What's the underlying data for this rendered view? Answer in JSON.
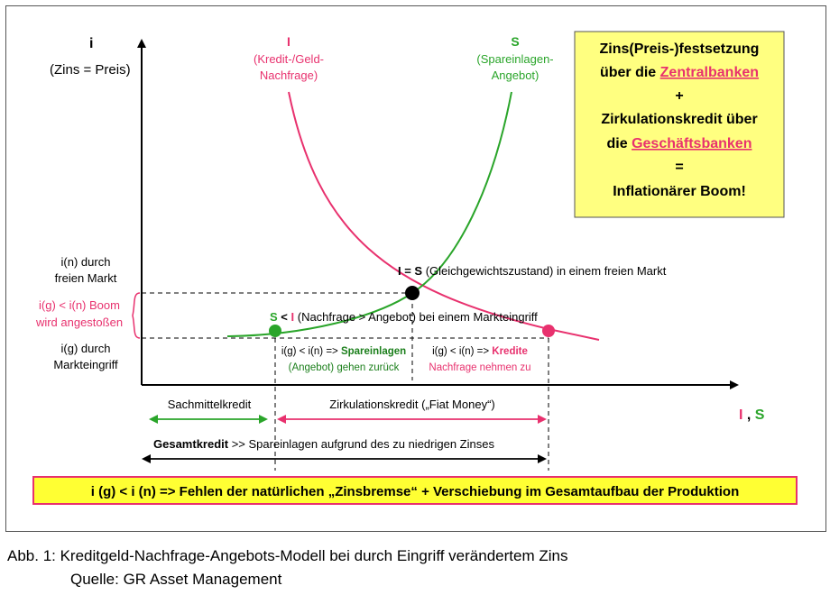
{
  "diagram": {
    "y_axis": {
      "symbol": "i",
      "label": "(Zins = Preis)"
    },
    "x_axis": {
      "label_i": "I",
      "label_sep": " , ",
      "label_s": "S"
    },
    "demand_curve": {
      "symbol": "I",
      "line1": "(Kredit-/Geld-",
      "line2": "Nachfrage)"
    },
    "supply_curve": {
      "symbol": "S",
      "line1": "(Spareinlagen-",
      "line2": "Angebot)"
    },
    "level_n": {
      "line1": "i(n) durch",
      "line2": "freien Markt"
    },
    "level_g": {
      "line1": "i(g) durch",
      "line2": "Markteingriff"
    },
    "boom_note": {
      "line1": "i(g) < i(n) Boom",
      "line2": "wird angestoßen"
    },
    "equilibrium": {
      "lead": "I = S",
      "rest": " (Gleichgewichtszustand) in einem freien Markt"
    },
    "intervention": {
      "s": "S",
      "lt": " < ",
      "i": "I",
      "rest": " (Nachfrage > Angebot) bei einem Markteingriff"
    },
    "savings_note": {
      "cond": "i(g) < i(n) => ",
      "word": "Spareinlagen",
      "line2": "(Angebot) gehen zurück"
    },
    "credit_note": {
      "cond": "i(g) < i(n) => ",
      "word": "Kredite",
      "line2": "Nachfrage nehmen zu"
    },
    "sachmittel_label": "Sachmittelkredit",
    "zirkulation_label": "Zirkulationskredit („Fiat Money“)",
    "gesamt": {
      "bold": "Gesamtkredit",
      "rest": " >> Spareinlagen aufgrund des zu niedrigen Zinses"
    },
    "yellow_box": {
      "line1": "Zins(Preis-)festsetzung",
      "line2_pre": "über die ",
      "line2_link": "Zentralbanken",
      "plus": "+",
      "line3": "Zirkulationskredit über",
      "line4_pre": "die ",
      "line4_link": "Geschäftsbanken",
      "equals": "=",
      "line5": "Inflationärer Boom!"
    },
    "bottom_banner": "i (g) < i (n) => Fehlen der natürlichen „Zinsbremse“ + Verschiebung im Gesamtaufbau der Produktion"
  },
  "caption": {
    "line1": "Abb. 1: Kreditgeld-Nachfrage-Angebots-Modell bei durch Eingriff verändertem Zins",
    "line2": "Quelle: GR Asset Management"
  },
  "colors": {
    "demand": "#e8316e",
    "supply": "#2aa52a",
    "dark_green": "#1b7f1b",
    "box_fill": "#ffff80",
    "box_border": "#e8316e",
    "banner_fill": "#ffff33"
  }
}
